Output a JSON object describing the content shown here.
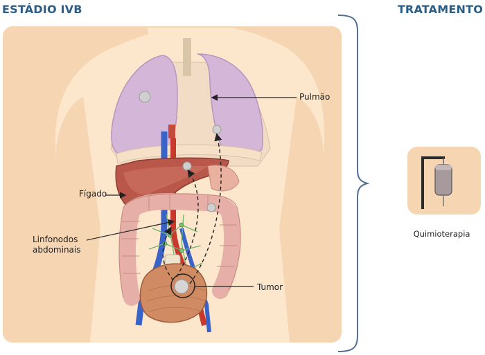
{
  "stage": {
    "title": "ESTÁDIO IVB"
  },
  "treatment": {
    "title": "TRATAMENTO",
    "option": "Quimioterapia",
    "icon": "iv-drip-icon"
  },
  "labels": {
    "lung": "Pulmão",
    "liver": "Fígado",
    "lymph_line1": "Linfonodos",
    "lymph_line2": "abdominais",
    "tumor": "Tumor"
  },
  "colors": {
    "heading": "#2c5d86",
    "panel": "#f6d5b3",
    "skin": "#fce6cc",
    "lung": "#d4b6d8",
    "liver": "#b9584a",
    "colon": "#e6b0a8"
  }
}
